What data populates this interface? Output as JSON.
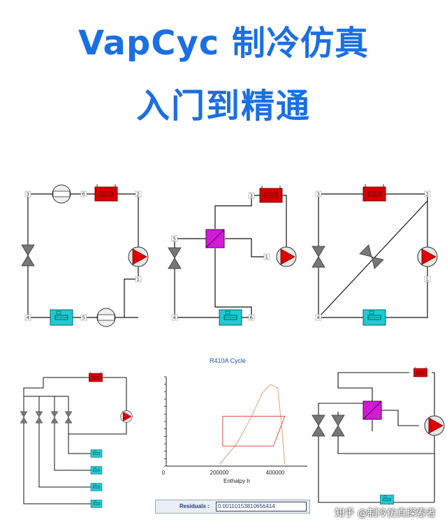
{
  "title": {
    "line1": "VapCyc 制冷仿真",
    "line2": "入门到精通"
  },
  "chart_data": {
    "type": "line",
    "title": "R410A Cycle",
    "xlabel": "Enthalpy h",
    "xticks": [
      "0",
      "200000",
      "400000"
    ],
    "xlim": [
      0,
      500000
    ],
    "ylim": [
      0,
      12
    ],
    "series": [
      {
        "values": [
          [
            190000,
            0.3
          ],
          [
            250000,
            3
          ],
          [
            300000,
            6.5
          ],
          [
            340000,
            9.8
          ],
          [
            370000,
            11
          ],
          [
            395000,
            10.5
          ],
          [
            410000,
            5
          ],
          [
            420000,
            0.3
          ]
        ]
      },
      {
        "values": [
          [
            200000,
            6.7
          ],
          [
            420000,
            6.7
          ],
          [
            420000,
            6.7
          ],
          [
            380000,
            2.7
          ],
          [
            200000,
            2.7
          ],
          [
            200000,
            6.7
          ]
        ]
      }
    ]
  },
  "residuals": {
    "label": "Residuals :",
    "value": "0.00110153810656414"
  },
  "watermark": "知乎 @制冷仿真探索者",
  "nodes": {
    "d1": [
      "3",
      "6",
      "2",
      "1",
      "4",
      "5"
    ],
    "d2": [
      "3",
      "5",
      "1",
      "4",
      "6"
    ],
    "d3": [
      "3",
      "2",
      "1",
      "4"
    ]
  }
}
